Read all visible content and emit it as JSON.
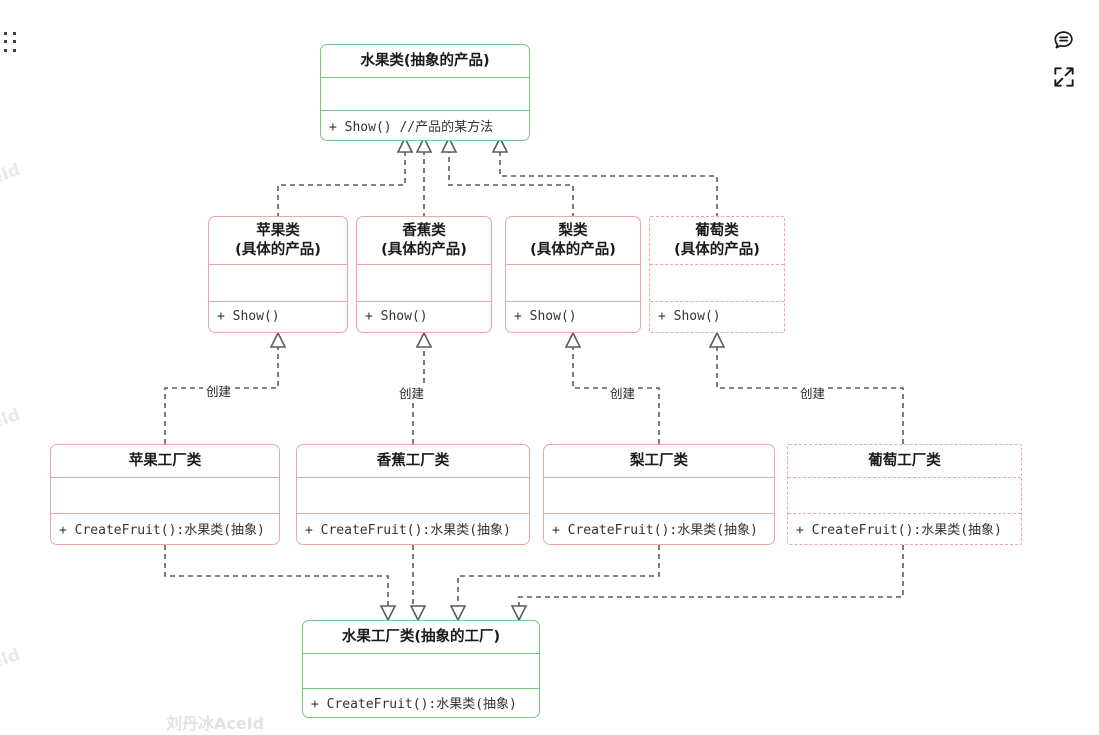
{
  "colors": {
    "background": "#ffffff",
    "abstract_border": "#76c780",
    "concrete_border": "#eda5a5",
    "connector": "#5b5b5b",
    "watermark": "#e9e9ec"
  },
  "toolbar": {
    "drag_handle_name": "drag-handle",
    "comment_icon": "comment-icon",
    "fullscreen_icon": "fullscreen-icon"
  },
  "watermarks": {
    "main": "刘丹冰AceId",
    "edge": "eId"
  },
  "diagram": {
    "type": "UML class diagram",
    "pattern": "Abstract Factory / Factory Method",
    "abstract_product": {
      "title": "水果类(抽象的产品)",
      "attributes": "",
      "operations": "+ Show()  //产品的某方法"
    },
    "concrete_products": [
      {
        "title_line1": "苹果类",
        "title_line2": "(具体的产品)",
        "attributes": "",
        "operations": "+ Show()",
        "style": "solid"
      },
      {
        "title_line1": "香蕉类",
        "title_line2": "(具体的产品)",
        "attributes": "",
        "operations": "+ Show()",
        "style": "solid"
      },
      {
        "title_line1": "梨类",
        "title_line2": "(具体的产品)",
        "attributes": "",
        "operations": "+ Show()",
        "style": "solid"
      },
      {
        "title_line1": "葡萄类",
        "title_line2": "(具体的产品)",
        "attributes": "",
        "operations": "+ Show()",
        "style": "dashed"
      }
    ],
    "concrete_factories": [
      {
        "title": "苹果工厂类",
        "attributes": "",
        "operations": "+ CreateFruit():水果类(抽象)",
        "style": "solid"
      },
      {
        "title": "香蕉工厂类",
        "attributes": "",
        "operations": "+ CreateFruit():水果类(抽象)",
        "style": "solid"
      },
      {
        "title": "梨工厂类",
        "attributes": "",
        "operations": "+ CreateFruit():水果类(抽象)",
        "style": "solid"
      },
      {
        "title": "葡萄工厂类",
        "attributes": "",
        "operations": "+ CreateFruit():水果类(抽象)",
        "style": "dashed"
      }
    ],
    "abstract_factory": {
      "title": "水果工厂类(抽象的工厂)",
      "attributes": "",
      "operations": "+ CreateFruit():水果类(抽象)"
    },
    "edge_labels": {
      "create_1": "创建",
      "create_2": "创建",
      "create_3": "创建",
      "create_4": "创建"
    }
  }
}
